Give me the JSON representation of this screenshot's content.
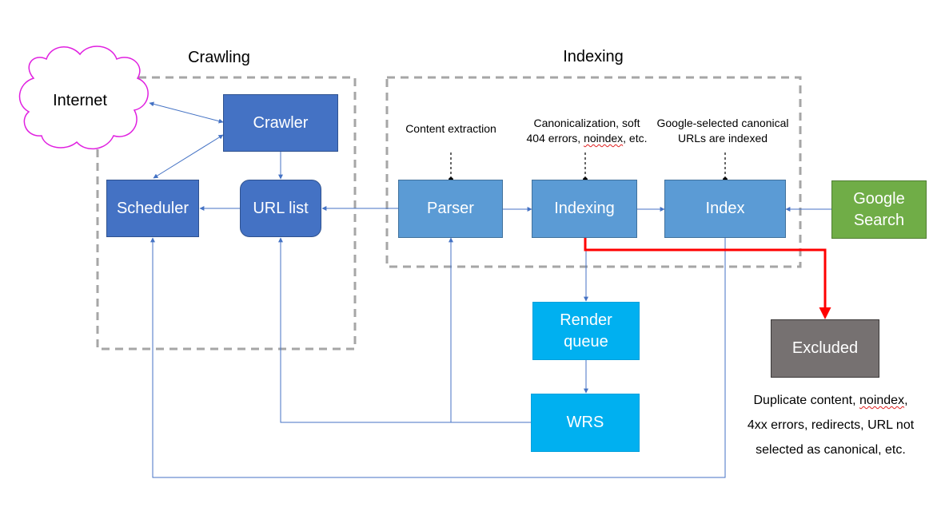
{
  "groups": {
    "crawling": "Crawling",
    "indexing": "Indexing"
  },
  "nodes": {
    "internet": "Internet",
    "crawler": "Crawler",
    "scheduler": "Scheduler",
    "url_list": "URL list",
    "parser": "Parser",
    "indexing": "Indexing",
    "index": "Index",
    "google_search_line1": "Google",
    "google_search_line2": "Search",
    "render_queue_line1": "Render",
    "render_queue_line2": "queue",
    "wrs": "WRS",
    "excluded": "Excluded"
  },
  "annotations": {
    "parser": "Content extraction",
    "indexing_line1": "Canonicalization, soft",
    "indexing_line2_a": "404 errors, ",
    "indexing_line2_b": "noindex",
    "indexing_line2_c": ", etc.",
    "index_line1": "Google-selected canonical",
    "index_line2": "URLs are indexed"
  },
  "excluded_note": {
    "line1_a": "Duplicate content, ",
    "line1_b": "noindex",
    "line1_c": ",",
    "line2": "4xx errors, redirects, URL not",
    "line3": "selected as canonical, etc."
  },
  "colors": {
    "dark_blue": "#4472c4",
    "mid_blue": "#5b9bd5",
    "cyan": "#00b0f0",
    "green": "#70ad47",
    "grey": "#767171",
    "excluded_arrow": "#ff0000",
    "cloud_outline": "#e020e0"
  }
}
